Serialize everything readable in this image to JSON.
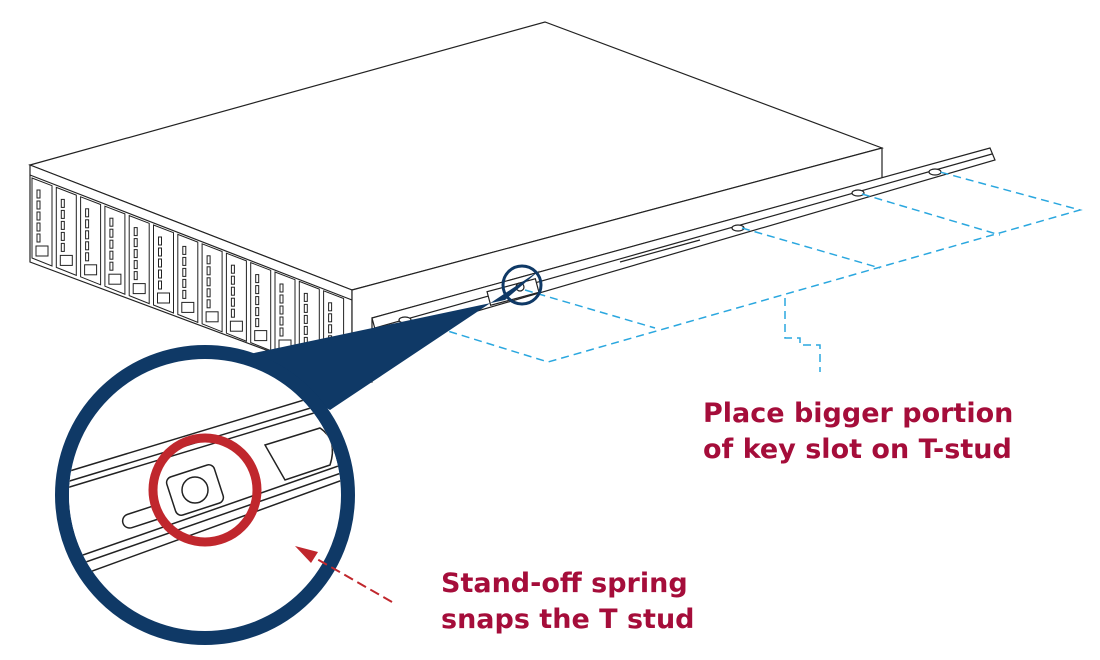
{
  "callouts": {
    "key_slot": {
      "line1": "Place bigger portion",
      "line2": "of key slot on T-stud"
    },
    "spring": {
      "line1": "Stand-off spring",
      "line2": "snaps the T stud"
    }
  },
  "colors": {
    "text": "#a50d3a",
    "magnifier": "#0f3966",
    "highlight": "#c0272d",
    "guide": "#2aa7df",
    "line": "#222222"
  }
}
